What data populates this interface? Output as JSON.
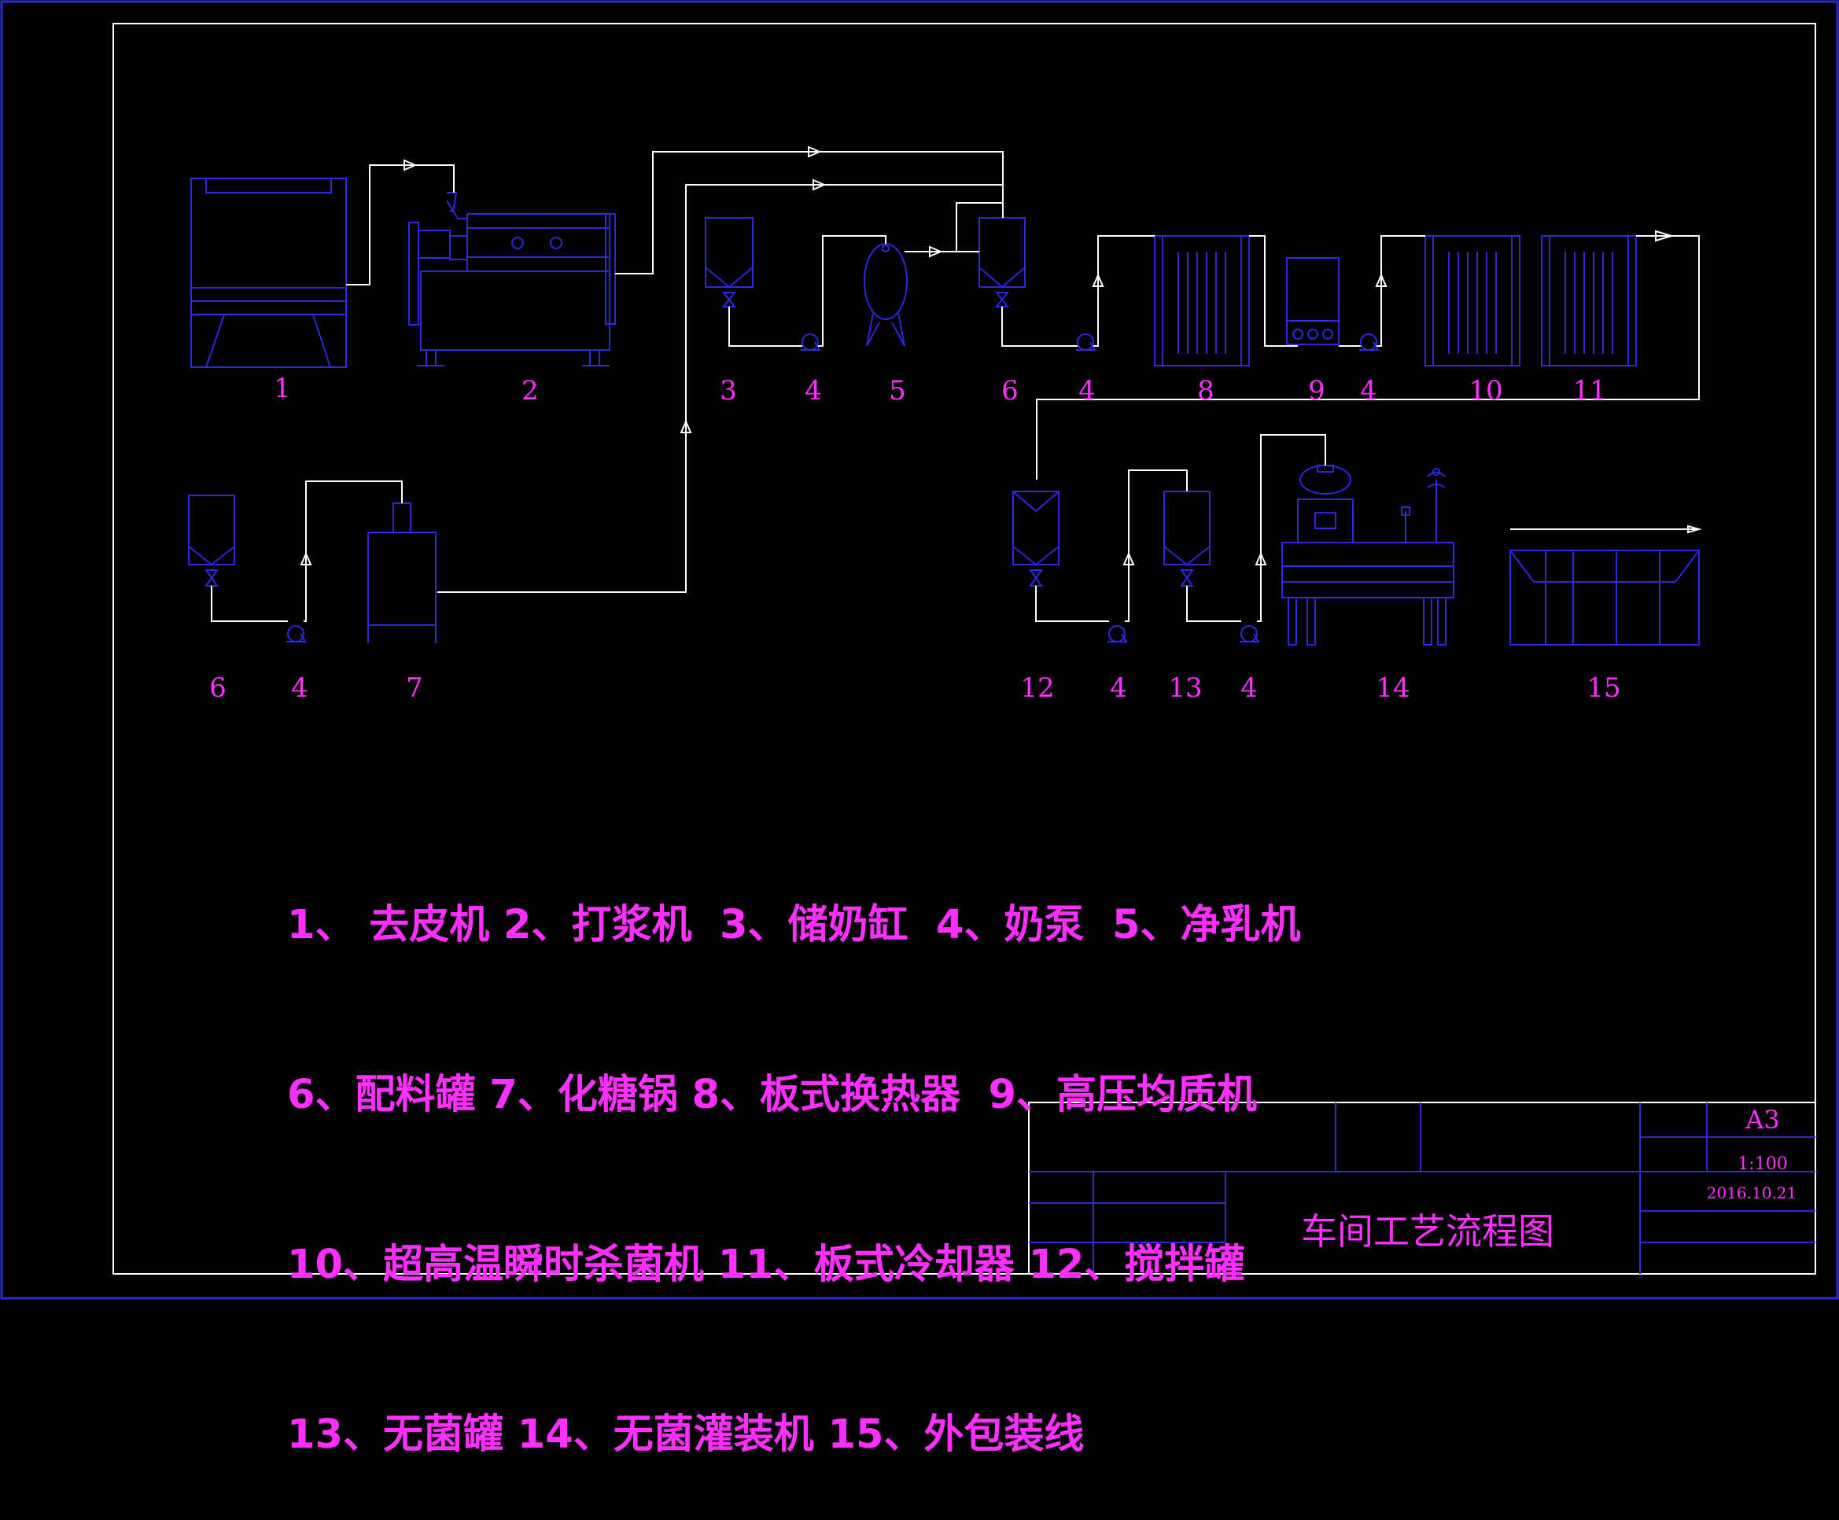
{
  "equipment_numbers": {
    "n1": "1",
    "n2": "2",
    "n3": "3",
    "n4a": "4",
    "n5": "5",
    "n6a": "6",
    "n4b": "4",
    "n8": "8",
    "n9": "9",
    "n4c": "4",
    "n10": "10",
    "n11": "11",
    "n6b": "6",
    "n4d": "4",
    "n7": "7",
    "n12": "12",
    "n4e": "4",
    "n13": "13",
    "n4f": "4",
    "n14": "14",
    "n15": "15"
  },
  "legend": {
    "line1": "1、 去皮机 2、打浆机  3、储奶缸  4、奶泵  5、净乳机",
    "line2": "6、配料罐 7、化糖锅 8、板式换热器  9、高压均质机",
    "line3": "10、超高温瞬时杀菌机 11、板式冷却器 12、搅拌罐",
    "line4": "13、无菌罐 14、无菌灌装机 15、外包装线"
  },
  "title_block": {
    "sheet_size": "A3",
    "scale": "1:100",
    "date": "2016.10.21",
    "drawing_title": "车间工艺流程图"
  },
  "colors": {
    "equipment": "#2a2ad8",
    "pipe": "#ffffff",
    "label": "#ff30ff",
    "frame": "#ffffff",
    "title_grid": "#2a2ad8"
  }
}
